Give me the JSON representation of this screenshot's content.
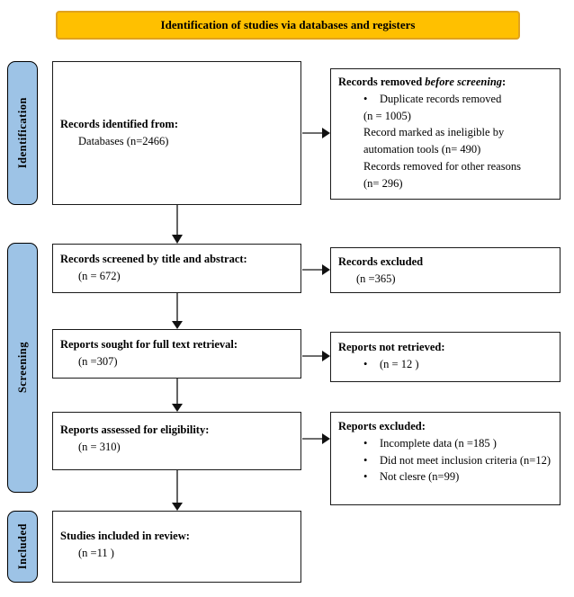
{
  "banner": {
    "title": "Identification of studies via databases and registers"
  },
  "sidebar": {
    "identification": "Identification",
    "screening": "Screening",
    "included": "Included"
  },
  "boxes": {
    "identified": {
      "title": "Records identified from:",
      "line2": "Databases (n=2466)"
    },
    "removed": {
      "title_prefix": "Records removed ",
      "title_italic": "before screening",
      "title_suffix": ":",
      "bullet1": "Duplicate records removed",
      "lines": [
        "(n = 1005)",
        "Record marked as ineligible by",
        "automation tools (n= 490)",
        "Records removed for other reasons",
        "(n= 296)"
      ]
    },
    "screened": {
      "title": "Records screened by title and abstract:",
      "line2": "(n = 672)"
    },
    "records_excluded": {
      "title": "Records excluded",
      "line2": "(n =365)"
    },
    "sought": {
      "title": "Reports sought for full text retrieval:",
      "line2": "(n =307)"
    },
    "not_retrieved": {
      "title": "Reports not retrieved:",
      "bullet1": "(n = 12 )"
    },
    "assessed": {
      "title": "Reports assessed for eligibility:",
      "line2": "(n = 310)"
    },
    "reports_excluded": {
      "title": "Reports excluded:",
      "bullets": [
        "Incomplete data (n =185 )",
        "Did not meet inclusion criteria (n=12)",
        "Not clesre (n=99)"
      ]
    },
    "included_box": {
      "title": "Studies included in review:",
      "line2": "(n =11 )"
    }
  },
  "colors": {
    "banner_fill": "#FFC000",
    "banner_border": "#E0A21E",
    "sidebar_fill": "#9DC3E6",
    "box_border": "#1a1a1a",
    "arrow_color": "#3d3d3d"
  }
}
